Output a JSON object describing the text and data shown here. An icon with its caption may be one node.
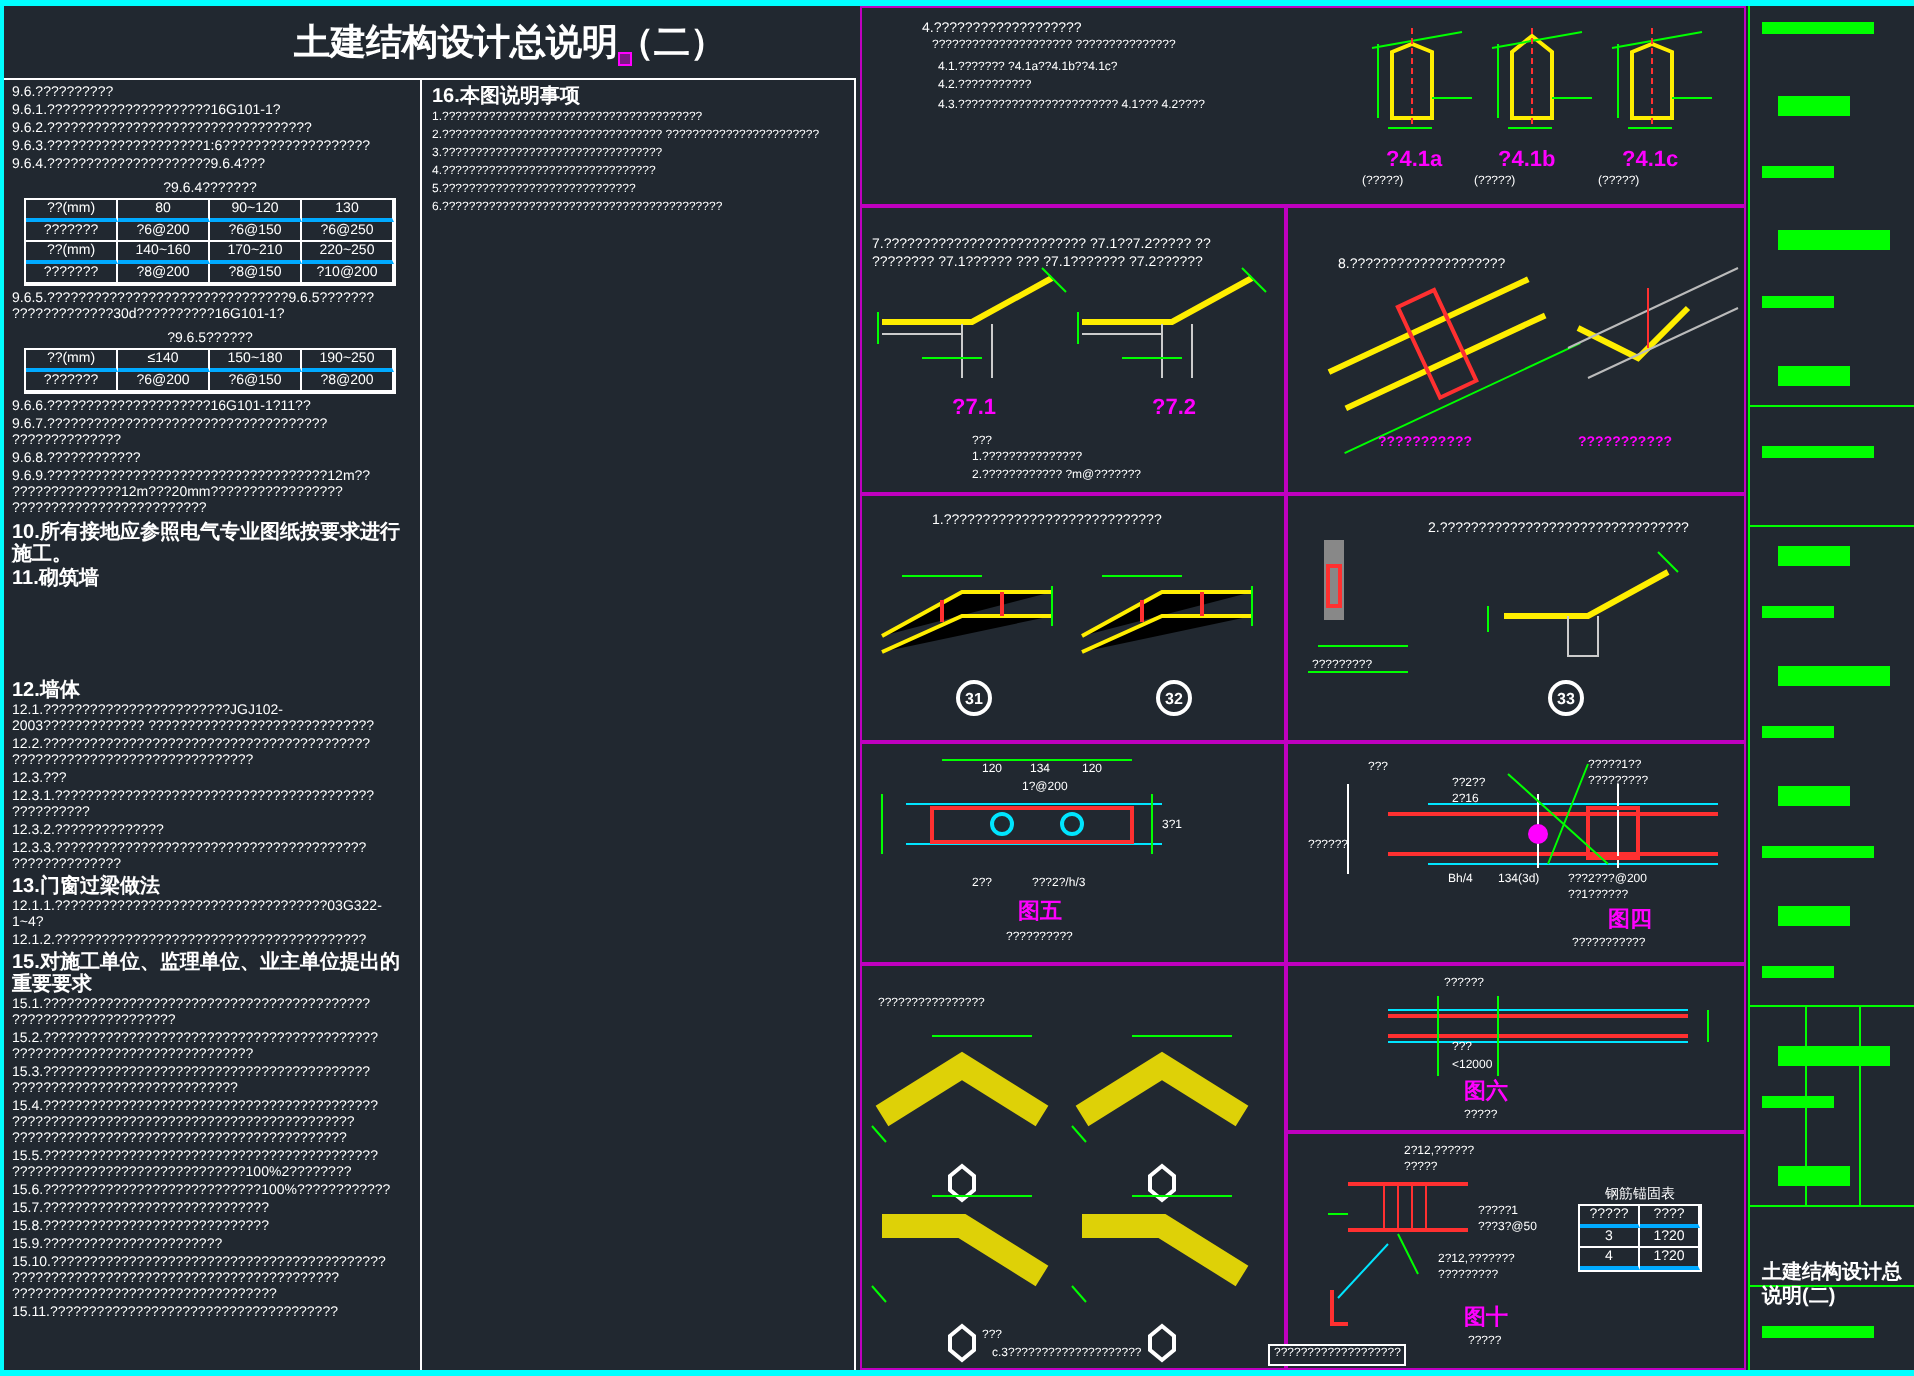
{
  "diagram": {
    "title": "土建结构设计总说明（二）",
    "nodes": [
      {
        "text": [
          "9.6.??????????",
          "9.6.1.?????????????????????16G101-1?",
          "9.6.2.??????????????????????????????????",
          "9.6.3.????????????????????1:6???????????????????",
          "9.6.4.?????????????????????9.6.4???",
          "9.6.5.???????????????????????????????9.6.5??????? ?????????????30d??????????16G101-1?",
          "9.6.6.?????????????????????16G101-1?11??",
          "9.6.7.???????????????????????????????????? ??????????????",
          "9.6.8.????????????",
          "9.6.9.????????????????????????????????????12m?? ??????????????12m???20mm????????????????? ?????????????????????????",
          "10.所有接地应参照电气专业图纸按要求进行施工。",
          "11.砌筑墙",
          "12.墙体",
          "12.1.????????????????????????JGJ102-2003????????????? ?????????????????????????????",
          "12.2.?????????????????????????????????????????? ???????????????????????????????",
          "12.3.???",
          "12.3.1.????????????????????????????????????????? ??????????",
          "12.3.2.??????????????",
          "12.3.3.???????????????????????????????????????? ??????????????",
          "13.门窗过梁做法",
          "12.1.1.???????????????????????????????????03G322-1~4?",
          "12.1.2.????????????????????????????????????????",
          "15.对施工单位、监理单位、业主单位提出的重要要求",
          "15.1.?????????????????????????????????????????? ?????????????????????",
          "15.2.??????????????????????????????????????????? ???????????????????????????????",
          "15.3.?????????????????????????????????????????? ?????????????????????????????",
          "15.4.??????????????????????????????????????????? ???????????????????????????????????????????? ???????????????????????????????????????????",
          "15.5.??????????????????????????????????????????? ??????????????????????????????100%2????????",
          "15.6.????????????????????????????100%????????????",
          "15.7.?????????????????????????????",
          "15.8.?????????????????????????????",
          "15.9.???????????????????????",
          "15.10.??????????????????????????????????????????? ?????????????????????????????????????????? ??????????????????????????????????",
          "15.11.?????????????????????????????????????"
        ]
      },
      {
        "text": [
          "16.本图说明事项",
          "1.???????????????????????????????????????",
          "2.????????????????????????????????? ???????????????????????",
          "3.?????????????????????????????????",
          "4.????????????????????????????????",
          "5.?????????????????????????????",
          "6.??????????????????????????????????????????"
        ]
      },
      {
        "text": [
          "4.???????????????????",
          "????????????????????? ???????????????",
          "4.1.??????? ?4.1a??4.1b??4.1c?",
          "4.2.???????????",
          "4.3.???????????????????????? 4.1??? 4.2????",
          "?4.1a",
          "(?????)",
          "?4.1b",
          "(?????)",
          "?4.1c",
          "(?????)"
        ]
      },
      {
        "text": [
          "7.?????????????????????????? ?7.1??7.2?????  ?? ????????  ?7.1?????? ??? ?7.1??????? ?7.2??????",
          "?7.1",
          "?7.2",
          "???",
          "1.???????????????",
          "2.???????????? ?m@???????"
        ]
      },
      {
        "text": [
          "8.????????????????????",
          "???????????",
          "???????????"
        ]
      },
      {
        "text": [
          "1.????????????????????????????",
          "31",
          "32"
        ]
      },
      {
        "text": [
          "2.????????????????????????????????",
          "?????????",
          "33"
        ]
      },
      {
        "text": [
          "120",
          "134",
          "120",
          "1?@200",
          "2??",
          "???2?/h/3",
          "3?1",
          "图五",
          "??????????"
        ]
      },
      {
        "text": [
          "???",
          "??2??",
          "2?16",
          "?????1??",
          "?????????",
          "??????",
          "Bh/4",
          "134(3d)",
          "???2???@200",
          "??1??????",
          "图四",
          "???????????"
        ]
      },
      {
        "text": [
          "????????????????",
          "???",
          "c.3????????????????????"
        ]
      },
      {
        "text": [
          "??????",
          "???",
          "<12000",
          "图六",
          "?????"
        ]
      },
      {
        "text": [
          "2?12,??????",
          "?????",
          "?????1",
          "???3?@50",
          "2?12,???????",
          "?????????",
          "图十",
          "?????"
        ]
      },
      {
        "text": [
          "土建结构设计总说明(二)"
        ]
      }
    ],
    "labels": [
      "?9.6.4???????",
      "??(mm)",
      "80",
      "90~120",
      "130",
      "???????",
      "?6@200",
      "?6@150",
      "?6@250",
      "??(mm)",
      "140~160",
      "170~210",
      "220~250",
      "???????",
      "?8@200",
      "?8@150",
      "?10@200",
      "?9.6.5??????",
      "??(mm)",
      "≤140",
      "150~180",
      "190~250",
      "???????",
      "?6@200",
      "?6@150",
      "?8@200",
      "钢筋锚固表",
      "?????",
      "????",
      "3",
      "1?20",
      "4",
      "1?20",
      "???????????????????"
    ]
  }
}
